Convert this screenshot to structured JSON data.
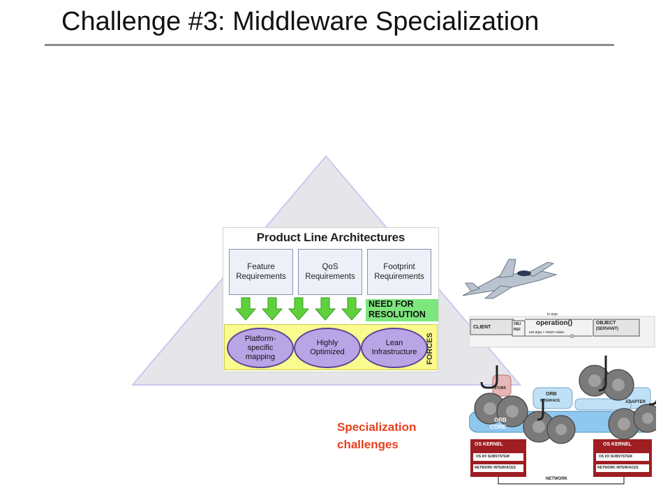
{
  "slide": {
    "title": "Challenge #3: Middleware Specialization",
    "caption_line1": "Specialization",
    "caption_line2": "challenges"
  },
  "pla": {
    "title": "Product Line Architectures",
    "requirements": [
      {
        "line1": "Feature",
        "line2": "Requirements"
      },
      {
        "line1": "QoS",
        "line2": "Requirements"
      },
      {
        "line1": "Footprint",
        "line2": "Requirements"
      }
    ],
    "need_line1": "NEED FOR",
    "need_line2": "RESOLUTION",
    "forces": [
      {
        "line1": "Platform-",
        "line2": "specific",
        "line3": "mapping"
      },
      {
        "line1": "Highly",
        "line2": "Optimized",
        "line3": ""
      },
      {
        "line1": "Lean",
        "line2": "Infrastructure",
        "line3": ""
      }
    ],
    "forces_label": "FORCES"
  },
  "corba": {
    "client": "CLIENT",
    "obj_ref_1": "OBJ",
    "obj_ref_2": "REF",
    "in_args": "in args",
    "operation": "operation()",
    "out_args": "out args + return value",
    "object_1": "OBJECT",
    "object_2": "(SERVANT)",
    "orb_1": "ORB",
    "orb_2": "INTERFACE",
    "adapter": "ADAPTER",
    "core_1": "ORB",
    "core_2": "CORE",
    "stubs": "STUBS",
    "os_kernel": "OS KERNEL",
    "io_subsystem": "OS I/O SUBSYSTEM",
    "net_interfaces": "NETWORK INTERFACES",
    "network": "NETWORK"
  },
  "colors": {
    "pyramid": "#e6e6ea",
    "pyramid_edge": "#c7c9f0",
    "arrow_green": "#5fd13a",
    "need_green": "#7de67d",
    "forces_band": "#fafa8e",
    "ellipse": "#b9a4e6",
    "caption": "#e8401c",
    "orb_blue": "#8fc7ee",
    "kernel_red": "#9e1e22"
  }
}
